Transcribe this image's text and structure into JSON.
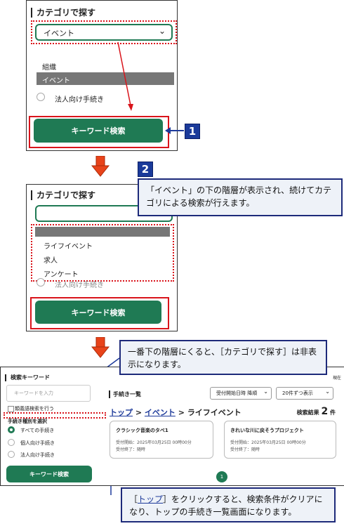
{
  "panel1": {
    "section_title": "カテゴリで探す",
    "select_value": "イベント",
    "options": [
      "組織",
      "イベント"
    ],
    "radio_label": "法人向け手続き",
    "search_button": "キーワード検索"
  },
  "badges": {
    "one": "1",
    "two": "2"
  },
  "callout1": {
    "text": "「イベント」の下の階層が表示され、続けてカテゴリによる検索が行えます。"
  },
  "panel2": {
    "section_title": "カテゴリで探す",
    "select_value": "",
    "options": [
      "",
      "ライフイベント",
      "求人",
      "アンケート"
    ],
    "radio_label": "法人向け手続き",
    "search_button": "キーワード検索"
  },
  "callout2": {
    "text": "一番下の階層にくると、［カテゴリで探す］は非表示になります。"
  },
  "panel3": {
    "sidebar": {
      "title": "検索キーワード",
      "keyword_placeholder": "キーワードを入力",
      "synonym_label": "類義語検索を行う",
      "type_title": "手続き種別を選択",
      "types": [
        "すべての手続き",
        "個人向け手続き",
        "法人向け手続き"
      ],
      "search_button": "キーワード検索"
    },
    "top_right": "現在",
    "list_title": "手続き一覧",
    "sort_select": "受付開始日時 降順",
    "per_page_select": "20件ずつ表示",
    "breadcrumb": {
      "top": "トップ",
      "sep": ">",
      "event": "イベント",
      "current": "ライフイベント"
    },
    "result_label": "検索結果",
    "result_count": "2",
    "result_unit": "件",
    "cards": [
      {
        "title": "クラシック音楽のタベ1",
        "start": "受付開始：2025年03月25日 00時00分",
        "end": "受付終了：随時"
      },
      {
        "title": "きれいな川に戻そうプロジェクト",
        "start": "受付開始：2025年03月25日 00時00分",
        "end": "受付終了：随時"
      }
    ],
    "page_number": "1"
  },
  "callout3": {
    "link": "トップ",
    "text_before": "［",
    "text_after": "］をクリックすると、検索条件がクリアになり、トップの手続き一覧画面になります。"
  }
}
